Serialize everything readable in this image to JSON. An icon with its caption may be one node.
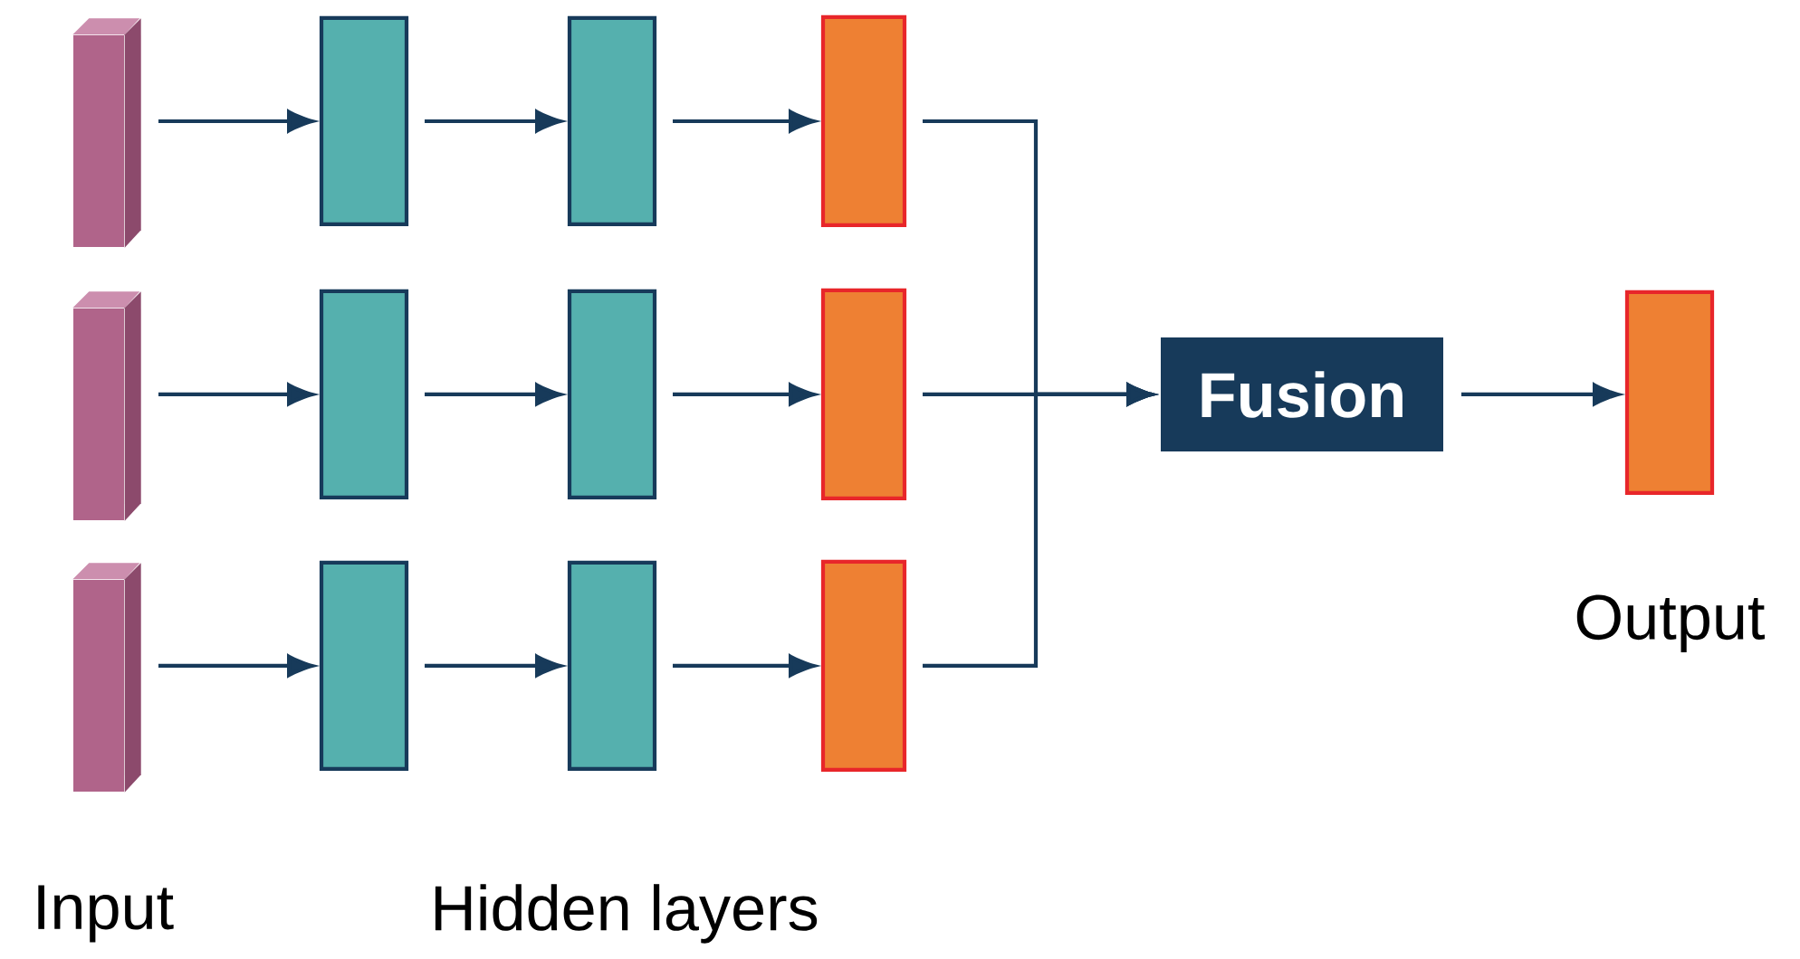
{
  "diagram": {
    "nodes": [
      {
        "text": [],
        "shape": "cuboid"
      },
      {
        "text": [],
        "shape": "box"
      },
      {
        "text": [],
        "shape": "box"
      },
      {
        "text": [],
        "shape": "box"
      },
      {
        "text": [],
        "shape": "cuboid"
      },
      {
        "text": [],
        "shape": "box"
      },
      {
        "text": [],
        "shape": "box"
      },
      {
        "text": [],
        "shape": "box"
      },
      {
        "text": [],
        "shape": "cuboid"
      },
      {
        "text": [],
        "shape": "box"
      },
      {
        "text": [],
        "shape": "box"
      },
      {
        "text": [],
        "shape": "box"
      },
      {
        "text": [
          "Fusion"
        ]
      },
      {
        "text": [],
        "shape": "box",
        "beside": [
          "Output"
        ]
      }
    ],
    "edges": [
      {
        "from": 0,
        "to": 1,
        "arrow": "to"
      },
      {
        "from": 1,
        "to": 2,
        "arrow": "to"
      },
      {
        "from": 2,
        "to": 3,
        "arrow": "to"
      },
      {
        "from": 4,
        "to": 5,
        "arrow": "to"
      },
      {
        "from": 5,
        "to": 6,
        "arrow": "to"
      },
      {
        "from": 6,
        "to": 7,
        "arrow": "to"
      },
      {
        "from": 8,
        "to": 9,
        "arrow": "to"
      },
      {
        "from": 9,
        "to": 10,
        "arrow": "to"
      },
      {
        "from": 10,
        "to": 11,
        "arrow": "to"
      },
      {
        "from": 3,
        "to": 12,
        "arrow": "to"
      },
      {
        "from": 7,
        "to": 12,
        "arrow": "to"
      },
      {
        "from": 11,
        "to": 12,
        "arrow": "to"
      },
      {
        "from": 12,
        "to": 13,
        "arrow": "to"
      }
    ],
    "labels": [
      "Input",
      "Hidden layers"
    ]
  }
}
